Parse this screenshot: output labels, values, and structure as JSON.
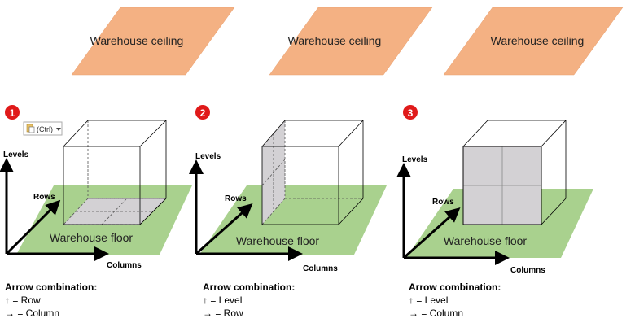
{
  "ceilings": [
    {
      "label": "Warehouse ceiling"
    },
    {
      "label": "Warehouse ceiling"
    },
    {
      "label": "Warehouse ceiling"
    }
  ],
  "panels": [
    {
      "badge": "1",
      "floor_label": "Warehouse floor",
      "axis_levels": "Levels",
      "axis_rows": "Rows",
      "axis_columns": "Columns",
      "legend_title": "Arrow combination:",
      "legend_line1": "↑ = Row",
      "legend_line2": "→ = Column"
    },
    {
      "badge": "2",
      "floor_label": "Warehouse floor",
      "axis_levels": "Levels",
      "axis_rows": "Rows",
      "axis_columns": "Columns",
      "legend_title": "Arrow combination:",
      "legend_line1": "↑ = Level",
      "legend_line2": "→ = Row"
    },
    {
      "badge": "3",
      "floor_label": "Warehouse floor",
      "axis_levels": "Levels",
      "axis_rows": "Rows",
      "axis_columns": "Columns",
      "legend_title": "Arrow combination:",
      "legend_line1": "↑ = Level",
      "legend_line2": "→ = Column"
    }
  ],
  "paste_options": {
    "label": "(Ctrl)"
  },
  "colors": {
    "ceiling": "#F4B183",
    "floor": "#A9D18E",
    "highlight": "#D3D1D4",
    "badge": "#E01A1A"
  }
}
